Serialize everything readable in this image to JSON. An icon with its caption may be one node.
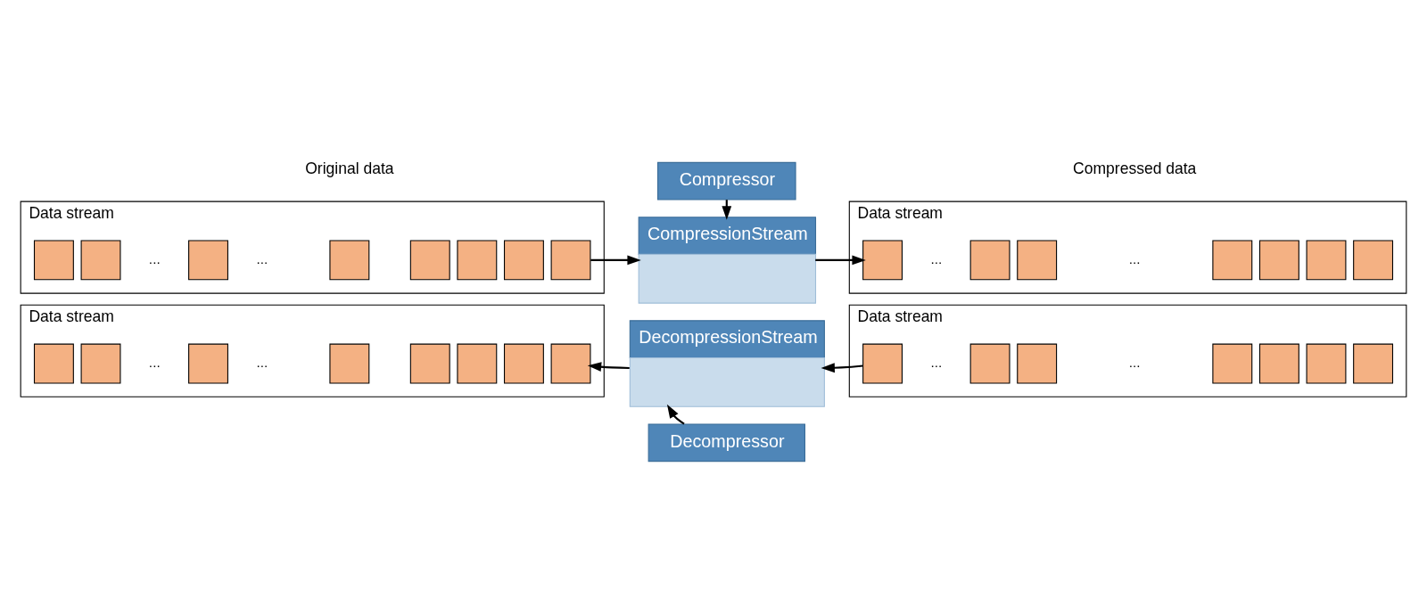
{
  "diagram": {
    "nodes": [
      {
        "text": [
          "Compressor"
        ]
      },
      {
        "text": [
          "Data stream"
        ]
      },
      {
        "text": [],
        "shape": "box",
        "in": 1
      },
      {
        "text": [],
        "shape": "box",
        "in": 1
      },
      {
        "text": [
          "..."
        ],
        "in": 1
      },
      {
        "text": [],
        "shape": "box",
        "in": 1
      },
      {
        "text": [
          "..."
        ],
        "in": 1
      },
      {
        "text": [],
        "shape": "box",
        "in": 1
      },
      {
        "text": [],
        "shape": "box",
        "in": 1
      },
      {
        "text": [],
        "shape": "box",
        "in": 1
      },
      {
        "text": [],
        "shape": "box",
        "in": 1
      },
      {
        "text": [],
        "shape": "box",
        "in": 1
      },
      {
        "text": [
          "CompressionStream"
        ]
      },
      {
        "text": [
          "Data stream"
        ]
      },
      {
        "text": [],
        "shape": "box",
        "in": 13
      },
      {
        "text": [
          "..."
        ],
        "in": 13
      },
      {
        "text": [],
        "shape": "box",
        "in": 13
      },
      {
        "text": [],
        "shape": "box",
        "in": 13
      },
      {
        "text": [
          "..."
        ],
        "in": 13
      },
      {
        "text": [],
        "shape": "box",
        "in": 13
      },
      {
        "text": [],
        "shape": "box",
        "in": 13
      },
      {
        "text": [],
        "shape": "box",
        "in": 13
      },
      {
        "text": [],
        "shape": "box",
        "in": 13
      },
      {
        "text": [
          "Data stream"
        ]
      },
      {
        "text": [],
        "shape": "box",
        "in": 23
      },
      {
        "text": [],
        "shape": "box",
        "in": 23
      },
      {
        "text": [
          "..."
        ],
        "in": 23
      },
      {
        "text": [],
        "shape": "box",
        "in": 23
      },
      {
        "text": [
          "..."
        ],
        "in": 23
      },
      {
        "text": [],
        "shape": "box",
        "in": 23
      },
      {
        "text": [],
        "shape": "box",
        "in": 23
      },
      {
        "text": [],
        "shape": "box",
        "in": 23
      },
      {
        "text": [],
        "shape": "box",
        "in": 23
      },
      {
        "text": [],
        "shape": "box",
        "in": 23
      },
      {
        "text": [
          "DecompressionStream"
        ]
      },
      {
        "text": [
          "Data stream"
        ]
      },
      {
        "text": [],
        "shape": "box",
        "in": 35
      },
      {
        "text": [
          "..."
        ],
        "in": 35
      },
      {
        "text": [],
        "shape": "box",
        "in": 35
      },
      {
        "text": [],
        "shape": "box",
        "in": 35
      },
      {
        "text": [
          "..."
        ],
        "in": 35
      },
      {
        "text": [],
        "shape": "box",
        "in": 35
      },
      {
        "text": [],
        "shape": "box",
        "in": 35
      },
      {
        "text": [],
        "shape": "box",
        "in": 35
      },
      {
        "text": [],
        "shape": "box",
        "in": 35
      },
      {
        "text": [
          "Decompressor"
        ]
      }
    ],
    "edges": [
      {
        "from": 0,
        "to": 12,
        "arrow": "to"
      },
      {
        "from": 11,
        "to": 12,
        "arrow": "to"
      },
      {
        "from": 12,
        "to": 14,
        "arrow": "to"
      },
      {
        "from": 36,
        "to": 34,
        "arrow": "to"
      },
      {
        "from": 34,
        "to": 33,
        "arrow": "to"
      },
      {
        "from": 45,
        "to": 34,
        "arrow": "to"
      }
    ],
    "labels": [
      "Original data",
      "Compressed data"
    ]
  }
}
